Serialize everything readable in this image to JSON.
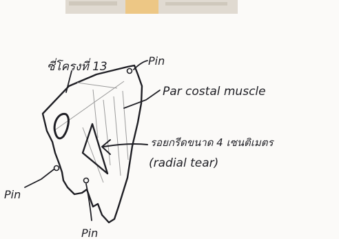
{
  "labels": {
    "rib": "ซี่โครงที่ 13",
    "pin_top": "Pin",
    "muscle": "Par costal muscle",
    "tear_thai": "รอยกรีดขนาด 4 เซนติเมตร",
    "tear_type": "(radial tear)",
    "pin_left": "Pin",
    "pin_bottom": "Pin"
  },
  "colors": {
    "ink": "#1e1e24",
    "paper": "#fbfaf8",
    "faint_lines": "#9a9a9a",
    "banner_orange": "#f1c06b",
    "banner_gray": "#d9d4cc"
  }
}
